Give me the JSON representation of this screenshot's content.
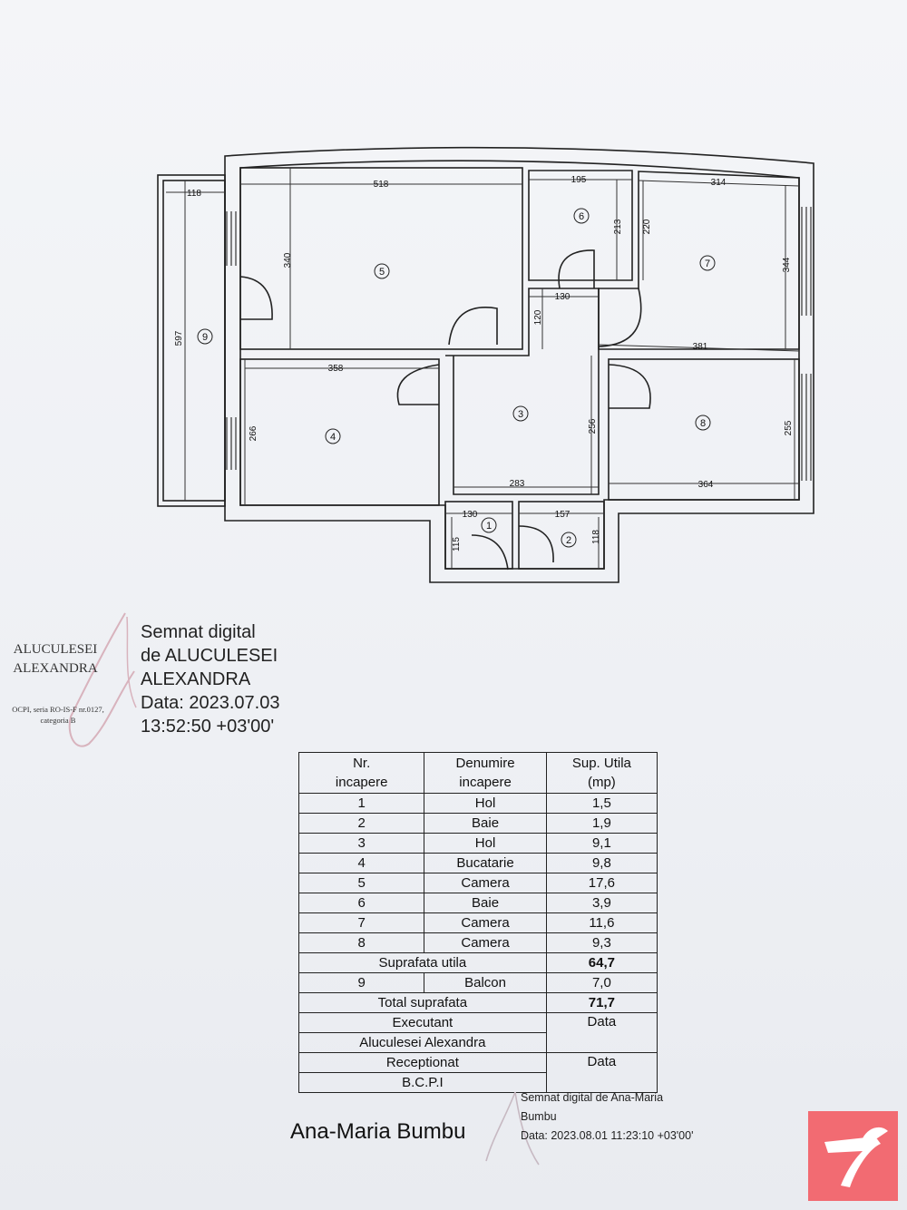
{
  "plan": {
    "room_numbers": [
      "1",
      "2",
      "3",
      "4",
      "5",
      "6",
      "7",
      "8",
      "9"
    ],
    "dimensions": {
      "d118_top": "118",
      "d518": "518",
      "d195": "195",
      "d314": "314",
      "d213": "213",
      "d220": "220",
      "d340": "340",
      "d344": "344",
      "d597": "597",
      "d130_mid": "130",
      "d120": "120",
      "d381": "381",
      "d358": "358",
      "d256": "256",
      "d266": "266",
      "d255": "255",
      "d283": "283",
      "d364": "364",
      "d130_bot": "130",
      "d157": "157",
      "d115": "115",
      "d118_bot": "118"
    }
  },
  "signature_executant": {
    "name_line1": "ALUCULESEI",
    "name_line2": "ALEXANDRA",
    "cert_line1": "OCPI, seria RO-IS-F nr.0127,",
    "cert_line2": "categoria B",
    "text_line1": "Semnat digital",
    "text_line2": "de ALUCULESEI",
    "text_line3": "ALEXANDRA",
    "text_line4": "Data: 2023.07.03",
    "text_line5": "13:52:50 +03'00'"
  },
  "table": {
    "header": {
      "col1_line1": "Nr.",
      "col1_line2": "incapere",
      "col2_line1": "Denumire",
      "col2_line2": "incapere",
      "col3_line1": "Sup. Utila",
      "col3_line2": "(mp)"
    },
    "rows": [
      {
        "nr": "1",
        "name": "Hol",
        "area": "1,5"
      },
      {
        "nr": "2",
        "name": "Baie",
        "area": "1,9"
      },
      {
        "nr": "3",
        "name": "Hol",
        "area": "9,1"
      },
      {
        "nr": "4",
        "name": "Bucatarie",
        "area": "9,8"
      },
      {
        "nr": "5",
        "name": "Camera",
        "area": "17,6"
      },
      {
        "nr": "6",
        "name": "Baie",
        "area": "3,9"
      },
      {
        "nr": "7",
        "name": "Camera",
        "area": "11,6"
      },
      {
        "nr": "8",
        "name": "Camera",
        "area": "9,3"
      }
    ],
    "suprafata_utila_label": "Suprafata utila",
    "suprafata_utila_value": "64,7",
    "balcon_nr": "9",
    "balcon_name": "Balcon",
    "balcon_area": "7,0",
    "total_label": "Total suprafata",
    "total_value": "71,7",
    "executant_label": "Executant",
    "executant_name": "Aluculesei Alexandra",
    "data_label_1": "Data",
    "receptionat_label": "Receptionat",
    "bcpi_label": "B.C.P.I",
    "data_label_2": "Data"
  },
  "signature_bcpi": {
    "name": "Ana-Maria Bumbu",
    "text_line1": "Semnat digital de Ana-Maria",
    "text_line2": "Bumbu",
    "text_line3": "Data: 2023.08.01 11:23:10 +03'00'"
  },
  "colors": {
    "logo_bg": "#f26b72",
    "ink": "#111111"
  }
}
